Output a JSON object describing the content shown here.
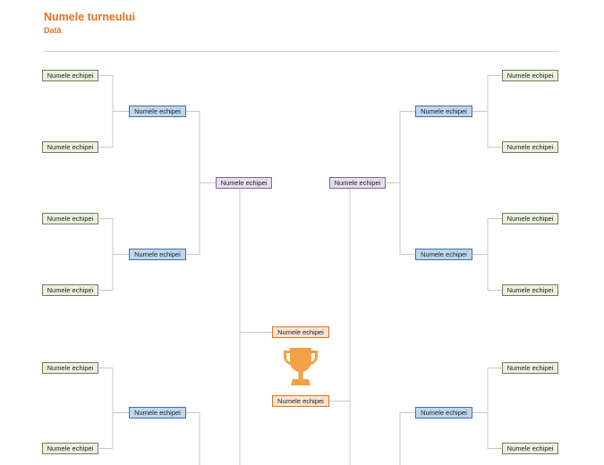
{
  "header": {
    "title": "Numele turneului",
    "date": "Dată"
  },
  "team_label": "Numele echipei",
  "colors": {
    "accent": "#E2721F",
    "round1": "#EBF1DE",
    "round2": "#BDD7EE",
    "semifinal": "#E4DFEC",
    "final": "#FBE5D6",
    "trophy": "#F4A044"
  },
  "trophy_icon": "trophy-icon"
}
